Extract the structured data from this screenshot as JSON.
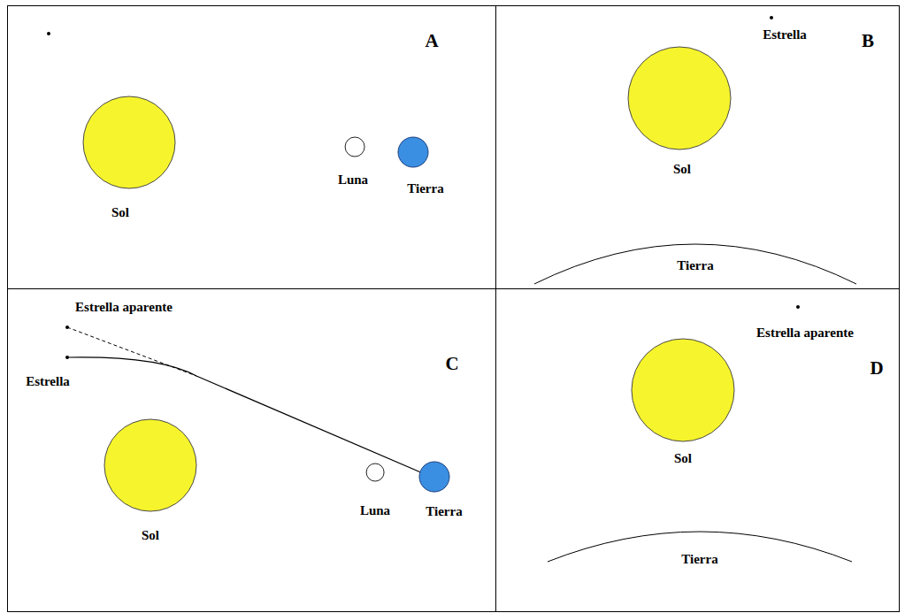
{
  "diagram": {
    "nodes": [
      {
        "text": [
          "A"
        ]
      },
      {
        "text": [
          "Sol"
        ],
        "in": 0
      },
      {
        "text": [
          "Luna"
        ],
        "in": 0
      },
      {
        "text": [
          "Tierra"
        ],
        "in": 0
      },
      {
        "text": [
          "B"
        ]
      },
      {
        "text": [
          "Sol"
        ],
        "in": 4
      },
      {
        "text": [
          "Tierra"
        ],
        "in": 4
      },
      {
        "text": [
          "C"
        ]
      },
      {
        "text": [
          "Sol"
        ],
        "in": 7
      },
      {
        "text": [
          "Luna"
        ],
        "in": 7
      },
      {
        "text": [
          "Tierra"
        ],
        "in": 7
      },
      {
        "text": [
          "D"
        ]
      },
      {
        "text": [
          "Sol"
        ],
        "in": 11
      },
      {
        "text": [
          "Tierra"
        ],
        "in": 11
      }
    ],
    "labels": [
      "Estrella",
      "Estrella aparente",
      "Estrella",
      "Estrella aparente"
    ]
  }
}
